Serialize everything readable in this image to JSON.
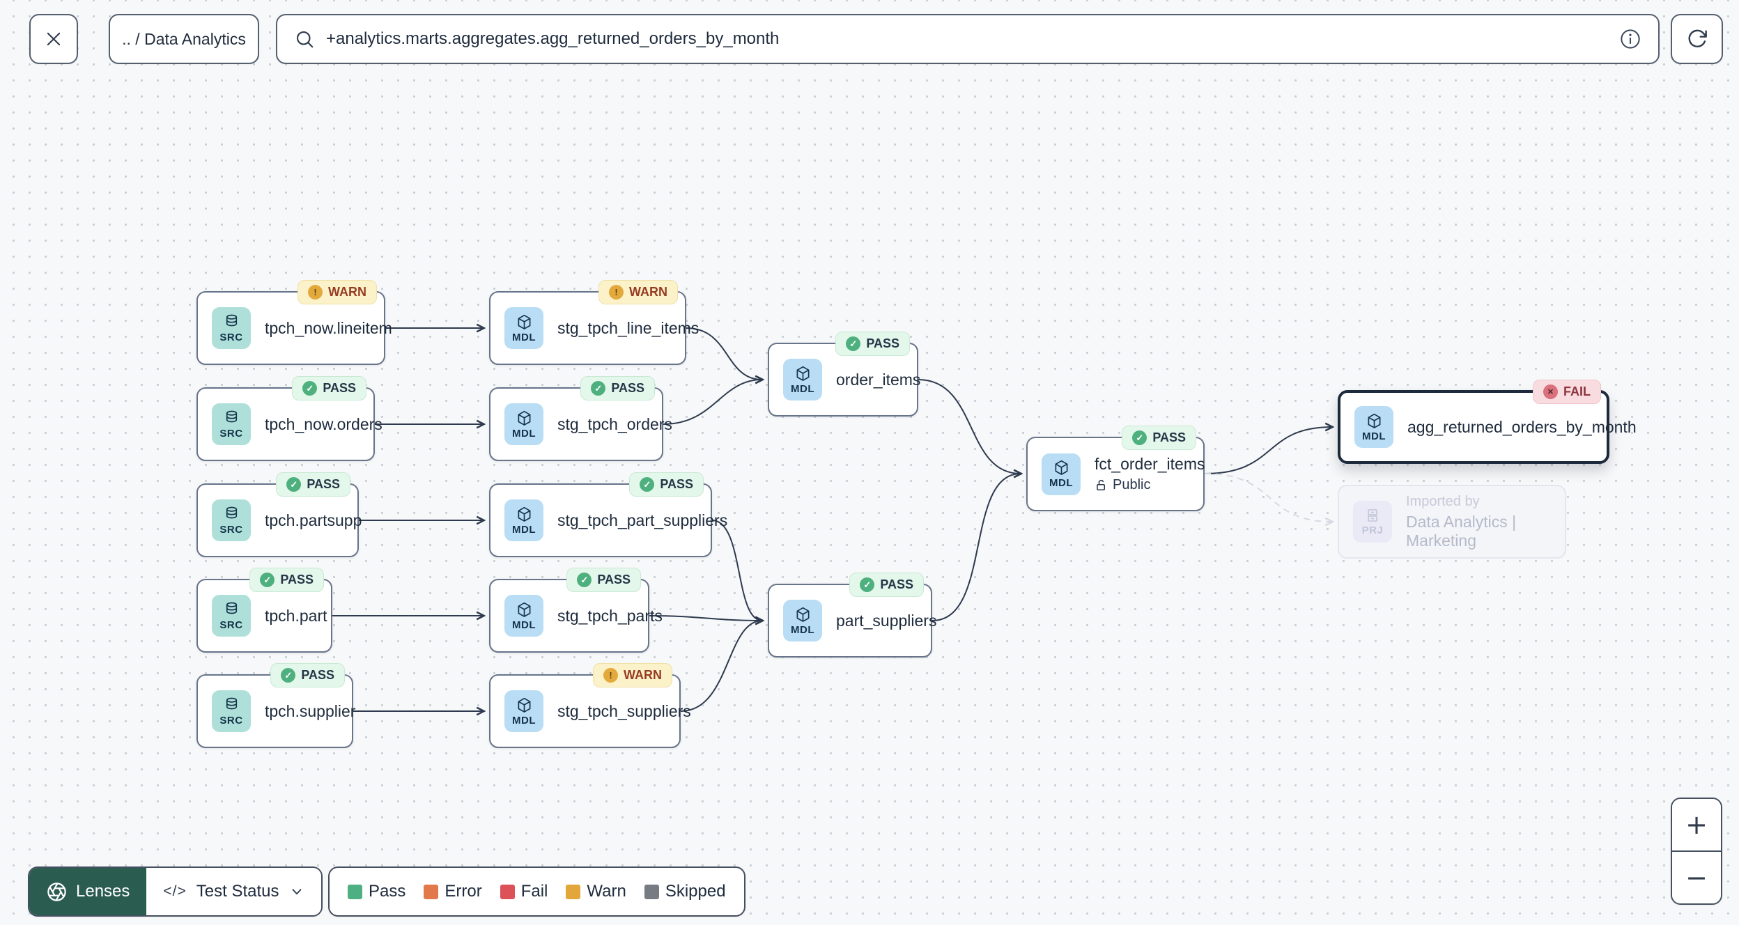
{
  "topbar": {
    "breadcrumb": ".. / Data Analytics",
    "search_value": "+analytics.marts.aggregates.agg_returned_orders_by_month",
    "icons": {
      "close": "close-x",
      "search": "magnifier",
      "info": "info-circle",
      "refresh": "rotate-cw"
    }
  },
  "graph": {
    "nodes": [
      {
        "id": "tpch_now.lineitem",
        "label": "tpch_now.lineitem",
        "type": "SRC",
        "status": "WARN"
      },
      {
        "id": "stg_tpch_line_items",
        "label": "stg_tpch_line_items",
        "type": "MDL",
        "status": "WARN"
      },
      {
        "id": "tpch_now.orders",
        "label": "tpch_now.orders",
        "type": "SRC",
        "status": "PASS"
      },
      {
        "id": "stg_tpch_orders",
        "label": "stg_tpch_orders",
        "type": "MDL",
        "status": "PASS"
      },
      {
        "id": "tpch.partsupp",
        "label": "tpch.partsupp",
        "type": "SRC",
        "status": "PASS"
      },
      {
        "id": "stg_tpch_part_suppliers",
        "label": "stg_tpch_part_suppliers",
        "type": "MDL",
        "status": "PASS"
      },
      {
        "id": "tpch.part",
        "label": "tpch.part",
        "type": "SRC",
        "status": "PASS"
      },
      {
        "id": "stg_tpch_parts",
        "label": "stg_tpch_parts",
        "type": "MDL",
        "status": "PASS"
      },
      {
        "id": "tpch.supplier",
        "label": "tpch.supplier",
        "type": "SRC",
        "status": "PASS"
      },
      {
        "id": "stg_tpch_suppliers",
        "label": "stg_tpch_suppliers",
        "type": "MDL",
        "status": "WARN"
      },
      {
        "id": "order_items",
        "label": "order_items",
        "type": "MDL",
        "status": "PASS"
      },
      {
        "id": "part_suppliers",
        "label": "part_suppliers",
        "type": "MDL",
        "status": "PASS"
      },
      {
        "id": "fct_order_items",
        "label": "fct_order_items",
        "type": "MDL",
        "status": "PASS",
        "access": "Public"
      },
      {
        "id": "agg_returned_orders_by_month",
        "label": "agg_returned_orders_by_month",
        "type": "MDL",
        "status": "FAIL",
        "selected": true
      },
      {
        "id": "imported_by_project",
        "label": "Imported by",
        "type": "PRJ",
        "project": "Data Analytics | Marketing"
      }
    ],
    "edges": [
      [
        "tpch_now.lineitem",
        "stg_tpch_line_items"
      ],
      [
        "tpch_now.orders",
        "stg_tpch_orders"
      ],
      [
        "tpch.partsupp",
        "stg_tpch_part_suppliers"
      ],
      [
        "tpch.part",
        "stg_tpch_parts"
      ],
      [
        "tpch.supplier",
        "stg_tpch_suppliers"
      ],
      [
        "stg_tpch_line_items",
        "order_items"
      ],
      [
        "stg_tpch_orders",
        "order_items"
      ],
      [
        "stg_tpch_part_suppliers",
        "part_suppliers"
      ],
      [
        "stg_tpch_parts",
        "part_suppliers"
      ],
      [
        "stg_tpch_suppliers",
        "part_suppliers"
      ],
      [
        "order_items",
        "fct_order_items"
      ],
      [
        "part_suppliers",
        "fct_order_items"
      ],
      [
        "fct_order_items",
        "agg_returned_orders_by_month"
      ],
      [
        "fct_order_items",
        "imported_by_project"
      ]
    ]
  },
  "footer": {
    "lenses_label": "Lenses",
    "lens_selected": "Test Status",
    "legend": [
      {
        "label": "Pass",
        "color": "#4daf82"
      },
      {
        "label": "Error",
        "color": "#e2794a"
      },
      {
        "label": "Fail",
        "color": "#dd5258"
      },
      {
        "label": "Warn",
        "color": "#e3a63b"
      },
      {
        "label": "Skipped",
        "color": "#777b82"
      }
    ]
  },
  "zoom_controls": {
    "zoom_in": "+",
    "zoom_out": "−"
  },
  "colors": {
    "status_pass_bg": "#e4f7eb",
    "status_warn_bg": "#fcf2ca",
    "status_fail_bg": "#f9dcdf",
    "badge_src_bg": "#aee0d9",
    "badge_mdl_bg": "#b9ddf5",
    "badge_prj_bg": "#e9eaf6",
    "lenses_btn_bg": "#2b5c50",
    "edge": "#2e3a4e",
    "canvas_bg": "#f7f8f9"
  }
}
